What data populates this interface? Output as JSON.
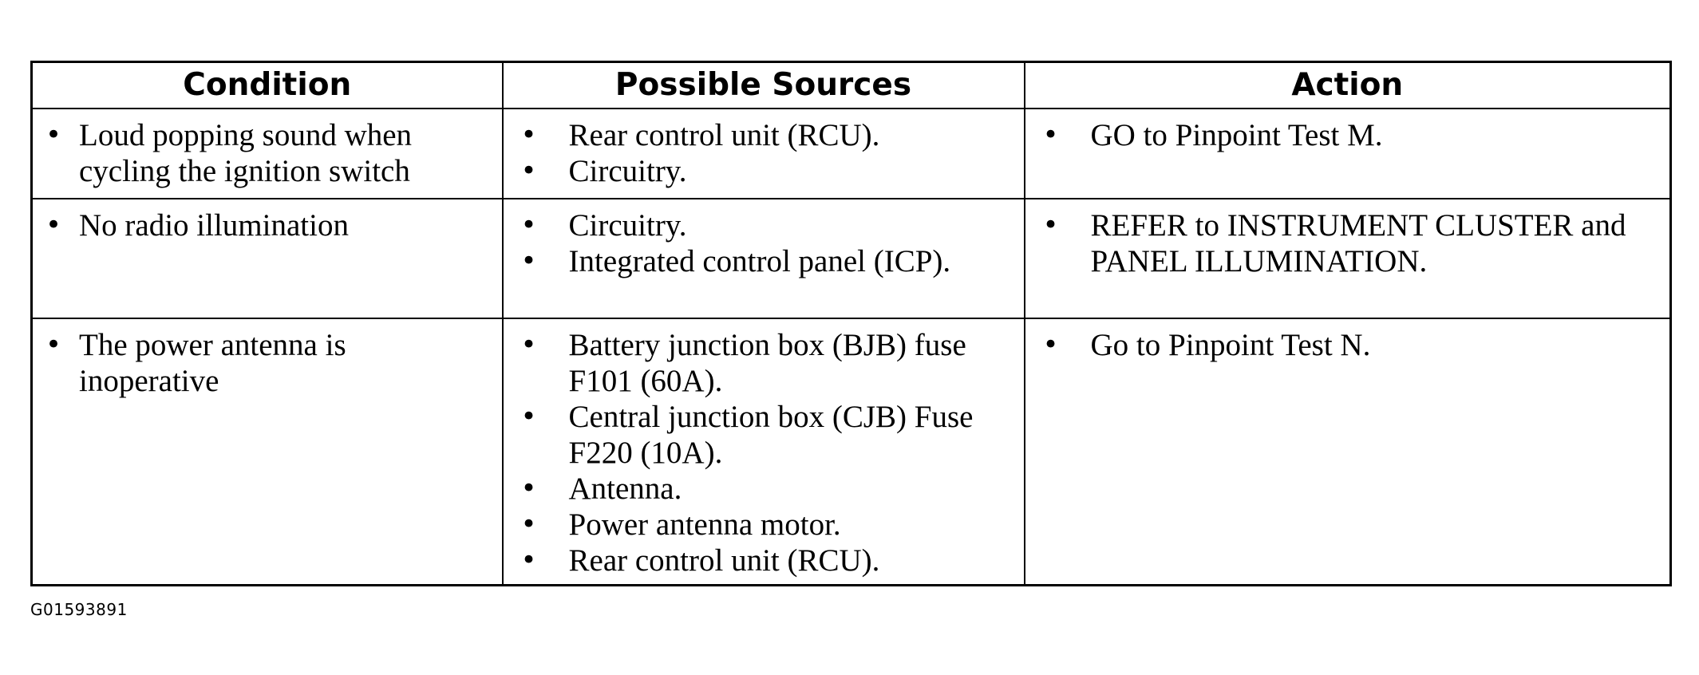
{
  "table": {
    "headers": {
      "condition": "Condition",
      "possible_sources": "Possible Sources",
      "action": "Action"
    },
    "bullet": "•",
    "rows": [
      {
        "condition": [
          "Loud popping sound when cycling the ignition switch"
        ],
        "sources": [
          "Rear control unit (RCU).",
          "Circuitry."
        ],
        "actions": [
          "GO to Pinpoint Test M."
        ]
      },
      {
        "condition": [
          "No radio illumination"
        ],
        "sources": [
          "Circuitry.",
          "Integrated control panel (ICP)."
        ],
        "actions": [
          "REFER to INSTRUMENT CLUSTER and PANEL ILLUMINATION."
        ]
      },
      {
        "condition": [
          "The power antenna is inoperative"
        ],
        "sources": [
          "Battery junction box (BJB) fuse F101 (60A).",
          "Central junction box (CJB) Fuse F220 (10A).",
          "Antenna.",
          "Power antenna motor.",
          "Rear control unit (RCU)."
        ],
        "actions": [
          "Go to Pinpoint Test N."
        ]
      }
    ]
  },
  "figure_id": "G01593891"
}
